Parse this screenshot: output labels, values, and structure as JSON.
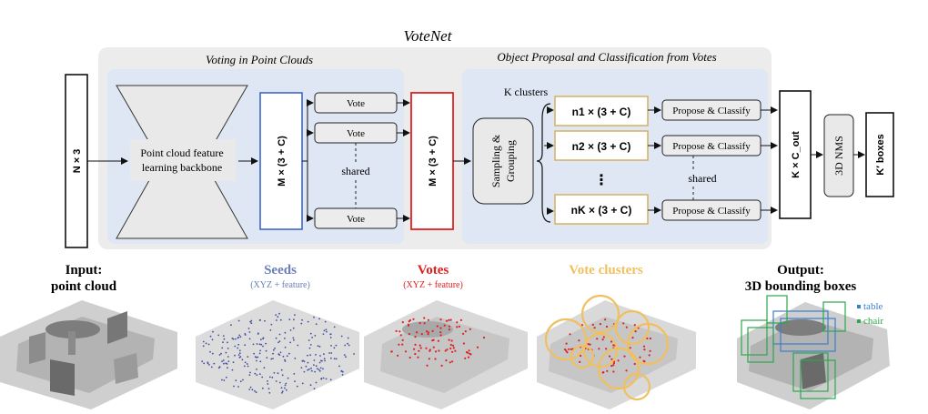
{
  "title": "VoteNet",
  "sections": {
    "voting": "Voting in Point Clouds",
    "proposal": "Object Proposal and Classification from Votes"
  },
  "blocks": {
    "input": "N × 3",
    "backbone_line1": "Point cloud feature",
    "backbone_line2": "learning backbone",
    "seeds_dims": "M × (3 + C)",
    "vote_label": "Vote",
    "shared_label": "shared",
    "votes_dims": "M × (3 + C)",
    "k_clusters": "K clusters",
    "sampling_line1": "Sampling &",
    "sampling_line2": "Grouping",
    "cluster1": "n1 × (3 + C)",
    "cluster2": "n2 × (3 + C)",
    "clusterK": "nK × (3 + C)",
    "ellipsis": "⋮",
    "propose_label": "Propose & Classify",
    "shared_label2": "shared",
    "kcout": "K × C_out",
    "nms": "3D NMS",
    "kboxes": "K′ boxes"
  },
  "stages": [
    {
      "title": "Input:",
      "title2": "point cloud",
      "subtitle": "",
      "color": "#111111"
    },
    {
      "title": "Seeds",
      "title2": "",
      "subtitle": "(XYZ + feature)",
      "color": "#6b7fb8"
    },
    {
      "title": "Votes",
      "title2": "",
      "subtitle": "(XYZ + feature)",
      "color": "#e02020"
    },
    {
      "title": "Vote clusters",
      "title2": "",
      "subtitle": "",
      "color": "#f0c060"
    },
    {
      "title": "Output:",
      "title2": "3D bounding boxes",
      "subtitle": "",
      "color": "#111111"
    }
  ],
  "legend": [
    {
      "label": "table",
      "color": "#3a7fd0"
    },
    {
      "label": "chair",
      "color": "#2aa84a"
    }
  ],
  "colors": {
    "panel": "#ececec",
    "inner": "#dfe7f5",
    "seeds_border": "#3f66c9",
    "votes_border": "#e02020",
    "cluster_border": "#d7b56a",
    "gray_box": "#e9e9e9"
  }
}
